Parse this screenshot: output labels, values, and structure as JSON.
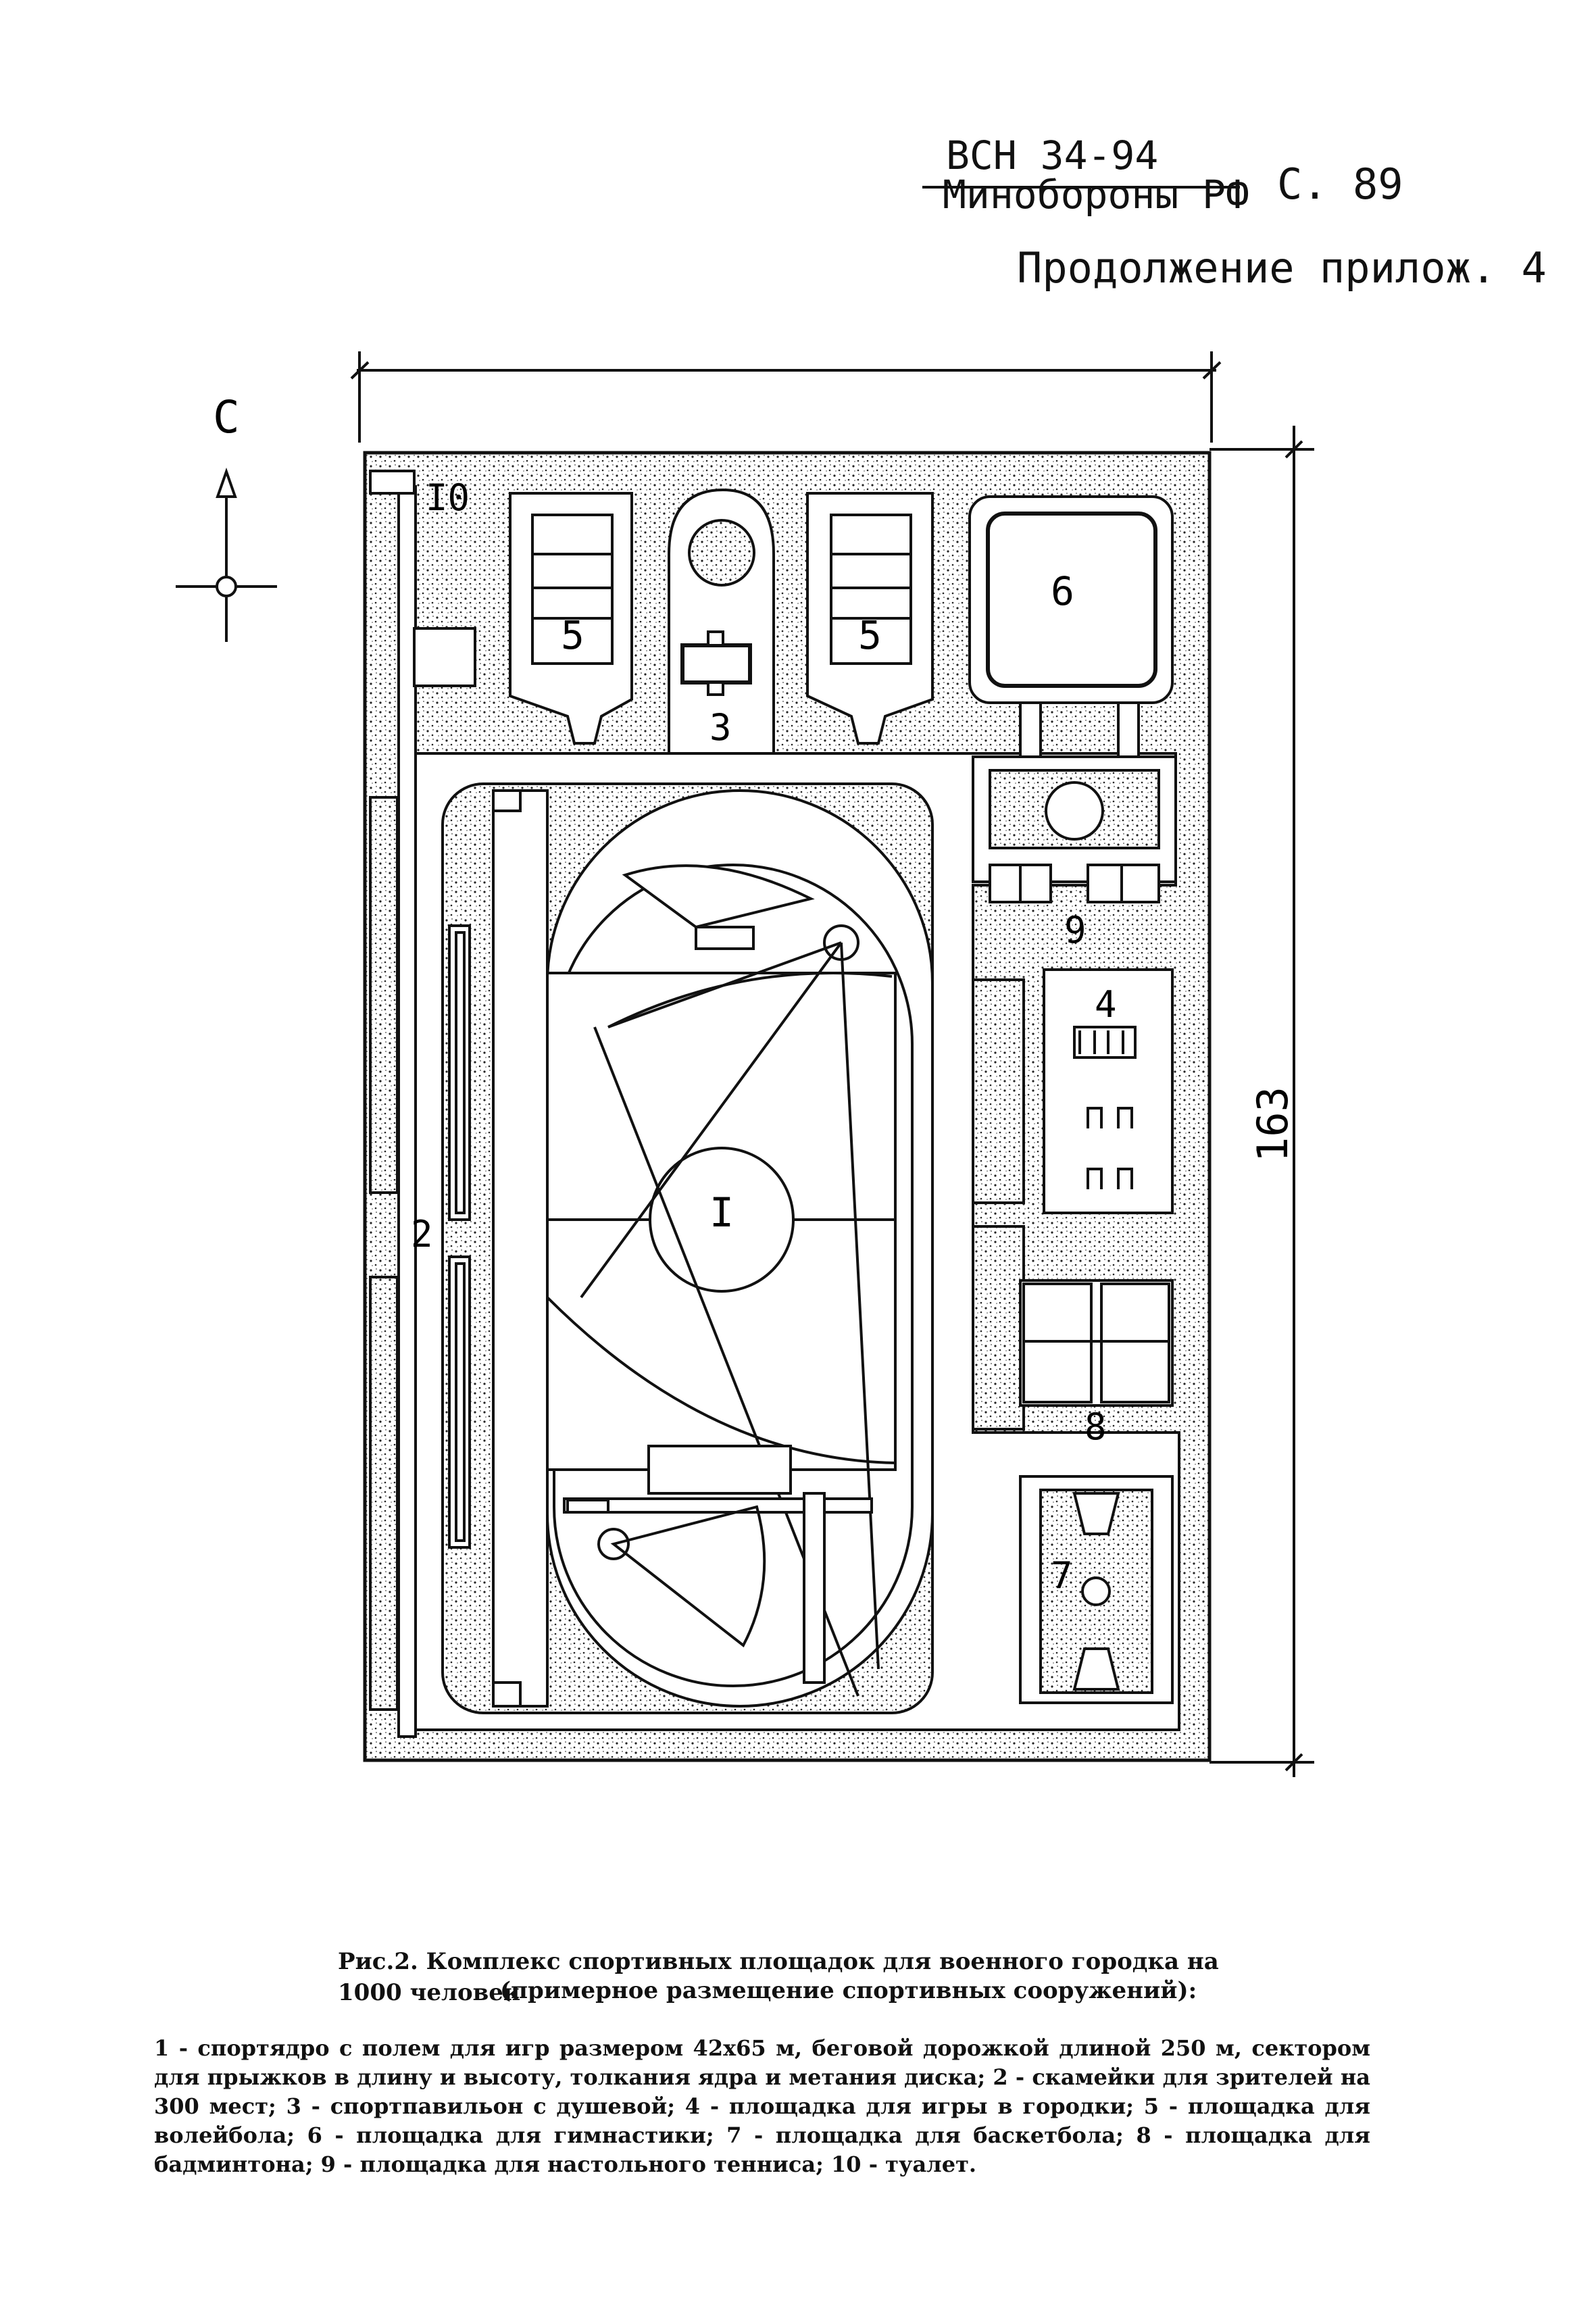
{
  "header": {
    "doc_code": "ВСН 34-94",
    "doc_org": "Минобороны РФ",
    "page": "С. 89",
    "continuation": "Продолжение прилож. 4"
  },
  "plan": {
    "north_label": "С",
    "dimension_label": "163",
    "zones": {
      "z1": "I",
      "z2": "2",
      "z3": "3",
      "z4": "4",
      "z5a": "5",
      "z5b": "5",
      "z6": "6",
      "z7": "7",
      "z8": "8",
      "z9": "9",
      "z10": "I0"
    }
  },
  "caption": {
    "title": "Рис.2.  Комплекс спортивных площадок для военного городка на 1000 человек",
    "subtitle": "(примерное размещение спортивных сооружений):",
    "legend": "1 - спортядро с полем для игр размером 42х65 м, беговой дорожкой длиной 250 м, сектором для прыжков в длину и высоту, толкания ядра и метания диска; 2 - скамейки для зрителей на 300 мест; 3 - спортпавильон с душевой; 4 - площадка для игры в городки; 5 - площадка для волейбола; 6 - площадка для гимнастики; 7 - площадка для баскетбола; 8 - площадка для бадминтона; 9 - площадка для настольного тенниса; 10 - туалет."
  }
}
